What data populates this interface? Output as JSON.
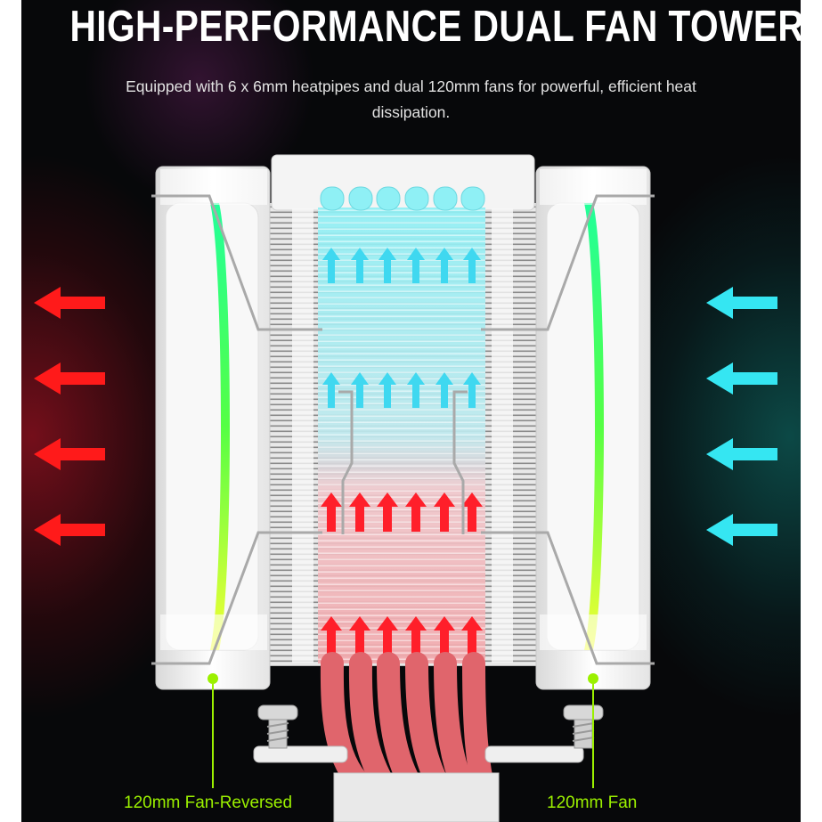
{
  "header": {
    "title": "HIGH-PERFORMANCE DUAL FAN TOWER",
    "subtitle": "Equipped with 6 x 6mm heatpipes and dual 120mm fans for powerful, efficient heat dissipation."
  },
  "callouts": {
    "left_fan_label": "120mm Fan-Reversed",
    "right_fan_label": "120mm Fan"
  },
  "colors": {
    "background": "#07080a",
    "hot_arrow": "#ff1a1a",
    "cool_arrow": "#35e6f2",
    "callout_green": "#9bf000",
    "heatpipe": "#e0656c",
    "fan_frame": "#f2f2f2"
  },
  "icons": {
    "exhaust": "arrow-left-icon",
    "intake": "arrow-left-icon",
    "flow_up": "arrow-up-icon"
  }
}
